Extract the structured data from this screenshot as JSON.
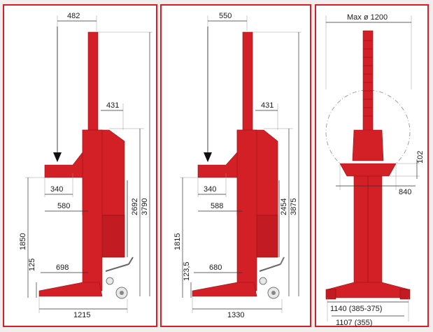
{
  "colors": {
    "accent": "#d42026",
    "lift_red": "#d31f26",
    "background": "#f1eeed"
  },
  "panel1": {
    "top_offset": "482",
    "column_offset": "431",
    "height_small": "2692",
    "height_total": "3790",
    "fork_width": "340",
    "fork_reach": "580",
    "lift_height": "1850",
    "base_height": "125",
    "foot_length": "698",
    "overall_length": "1215"
  },
  "panel2": {
    "top_offset": "550",
    "column_offset": "431",
    "height_small": "2454",
    "height_total": "3875",
    "fork_width": "340",
    "fork_reach": "588",
    "lift_height": "1815",
    "base_height": "123,5",
    "foot_length": "680",
    "overall_length": "1330"
  },
  "panel3": {
    "max_diameter": "Max ø 1200",
    "fork_thickness": "102",
    "fork_span": "840",
    "base_width_a": "1140 (385-375)",
    "base_width_b": "1107 (355)"
  }
}
